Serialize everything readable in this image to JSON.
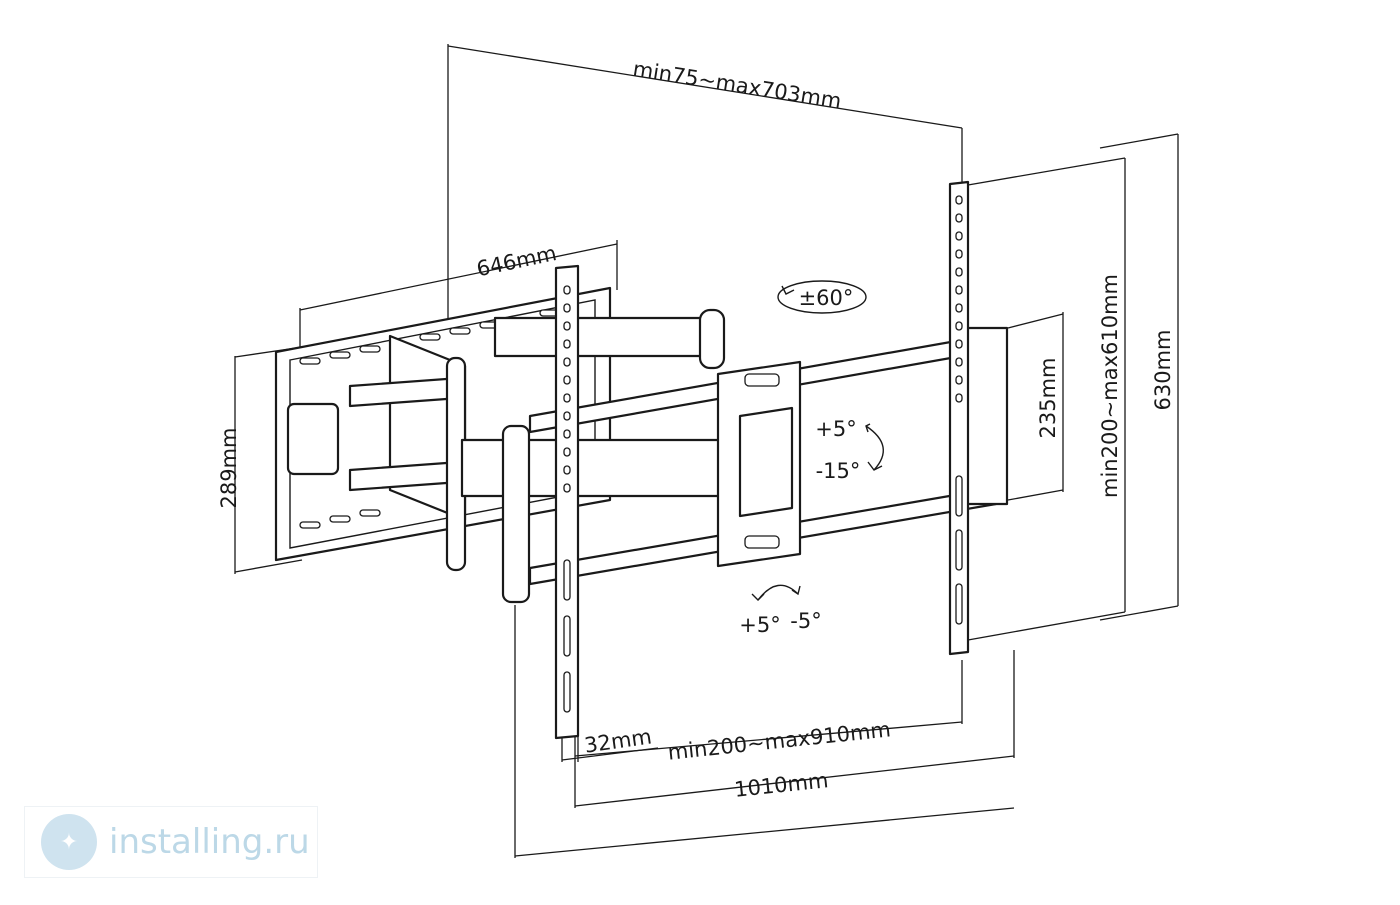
{
  "dimensions": {
    "extension": "min75~max703mm",
    "wall_plate_width": "646mm",
    "wall_plate_height": "289mm",
    "tilt_plate_height": "235mm",
    "vesa_vertical": "min200~max610mm",
    "rail_height": "630mm",
    "rail_width": "32mm",
    "vesa_horizontal": "min200~max910mm",
    "overall_width": "1010mm"
  },
  "motion": {
    "swivel": "±60°",
    "tilt_up": "+5°",
    "tilt_down": "-15°",
    "level_plus": "+5°",
    "level_minus": "-5°"
  },
  "watermark": {
    "text": "installing.ru",
    "logo_icon": "globe-logo-icon"
  }
}
